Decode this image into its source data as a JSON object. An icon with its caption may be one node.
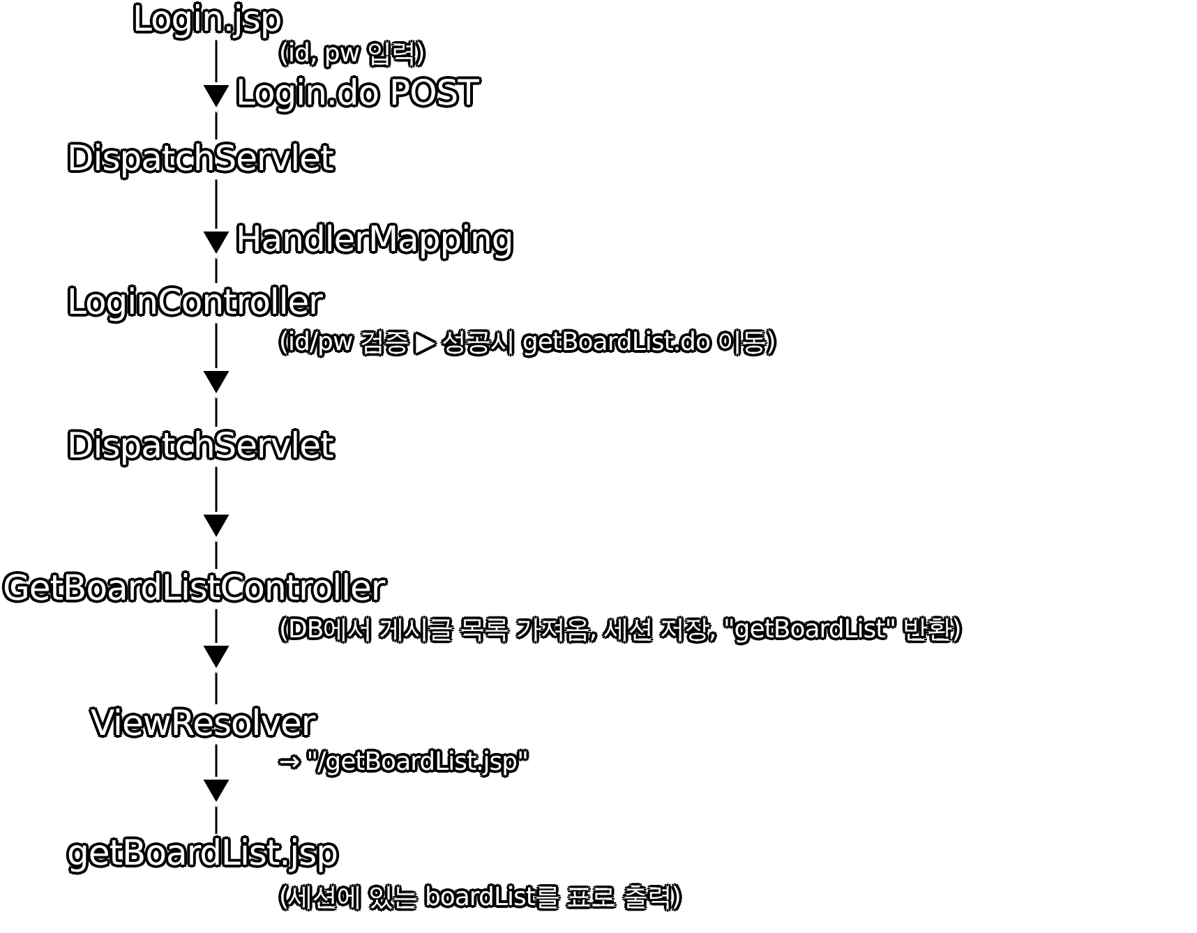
{
  "diagram": {
    "nodes": [
      {
        "text": [
          "Login.jsp"
        ],
        "beside": [
          "(id, pw 입력)"
        ]
      },
      {
        "text": [
          "DispatchServlet"
        ]
      },
      {
        "text": [
          "LoginController"
        ],
        "beside": [
          "(id/pw 검증 ▶ 성공시 getBoardList.do 이동)"
        ]
      },
      {
        "text": [
          "DispatchServlet"
        ]
      },
      {
        "text": [
          "GetBoardListController"
        ],
        "beside": [
          "(DB에서 게시글 목록 가져옴, 세션 저장, \"getBoardList\" 반환)"
        ]
      },
      {
        "text": [
          "ViewResolver"
        ],
        "beside": [
          "→ \"/getBoardList.jsp\""
        ]
      },
      {
        "text": [
          "getBoardList.jsp"
        ],
        "beside": [
          "(세션에 있는 boardList를 표로 출력)"
        ]
      }
    ],
    "edges": [
      {
        "from": 0,
        "to": 1,
        "arrow": "to",
        "label": "Login.do POST"
      },
      {
        "from": 1,
        "to": 2,
        "arrow": "to",
        "label": "HandlerMapping"
      },
      {
        "from": 2,
        "to": 3,
        "arrow": "to"
      },
      {
        "from": 3,
        "to": 4,
        "arrow": "to"
      },
      {
        "from": 4,
        "to": 5,
        "arrow": "to"
      },
      {
        "from": 5,
        "to": 6,
        "arrow": "to"
      }
    ]
  }
}
